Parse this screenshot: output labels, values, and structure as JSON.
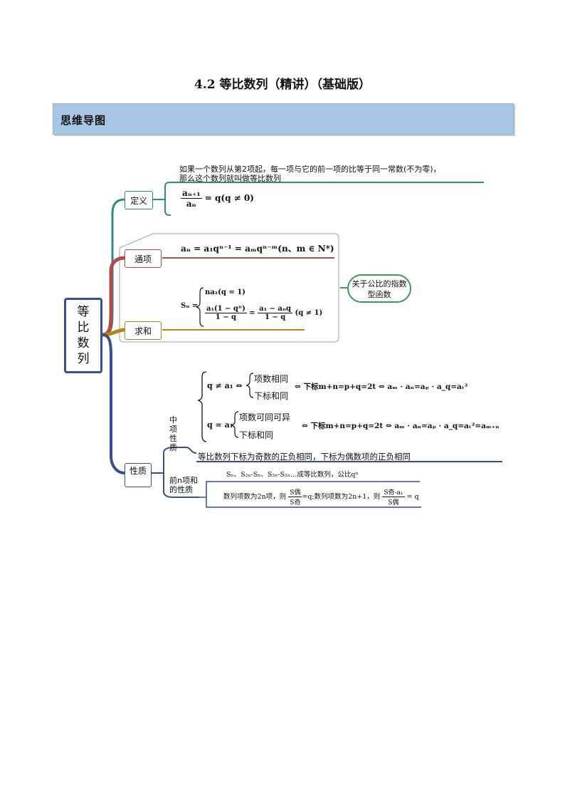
{
  "title": "4.2  等比数列（精讲）（基础版）",
  "banner": "思维导图",
  "root": [
    "等",
    "比",
    "数",
    "列"
  ],
  "branches": {
    "definition": {
      "label": "定义",
      "text_line1": "如果一个数列从第2项起，每一项与它的前一项的比等于同一常数(不为零)，",
      "text_line2": "那么这个数列就叫做等比数列",
      "formula_num": "aₙ₊₁",
      "formula_den": "aₙ",
      "formula_rest": "= q(q ≠ 0)"
    },
    "general_term": {
      "label": "通项",
      "formula": "aₙ = a₁qⁿ⁻¹ = aₘqⁿ⁻ᵐ(n、m ∈ N*)"
    },
    "sum": {
      "label": "求和",
      "sn": "Sₙ =",
      "case1": "na₁(q = 1)",
      "case2_num1": "a₁(1 − qⁿ)",
      "case2_den1": "1 − q",
      "case2_eq": "=",
      "case2_num2": "a₁ − aₙq",
      "case2_den2": "1 − q",
      "case2_cond": "(q ≠ 1)"
    },
    "callout": "关于公比的指数型函数",
    "properties": {
      "label": "性质",
      "middle_label": "中项性质",
      "row1_left": "q ≠ a₁ ⇔",
      "row1_brace_top": "项数相同",
      "row1_brace_bottom": "下标和同",
      "row1_right": "⇔ 下标m+n=p+q=2t ⇔ aₘ · aₙ=aₚ · a_q=aₜ²",
      "row2_left": "q = a₁",
      "row2_brace_top": "项数可同可异",
      "row2_brace_bottom": "下标和同",
      "row2_right": "⇔ 下标m+n=p+q=2t ⇔ aₘ · aₙ=aₚ · a_q=aₜ²=aₘ₊ₙ",
      "sign_note": "等比数列下标为奇数的正负相同，下标为偶数项的正负相同",
      "partial_label": "前n项和的性质",
      "partial_line1": "Sₙ、S₂ₙ-Sₙ、S₃ₙ-S₂ₙ…成等比数列，公比qⁿ",
      "partial_line2_a": "数列项数为2n项，则",
      "partial_line2_frac_num": "S偶",
      "partial_line2_frac_den": "S奇",
      "partial_line2_b": "=q;数列项数为2n+1，则",
      "partial_line2_frac2_num": "S奇-a₁",
      "partial_line2_frac2_den": "S偶",
      "partial_line2_c": "= q"
    }
  },
  "colors": {
    "teal": "#2e8b7f",
    "red": "#b24a4a",
    "gold": "#b5860f",
    "navy": "#3a4f8f",
    "green": "#3b9c57",
    "banner": "#a7c6e4"
  }
}
